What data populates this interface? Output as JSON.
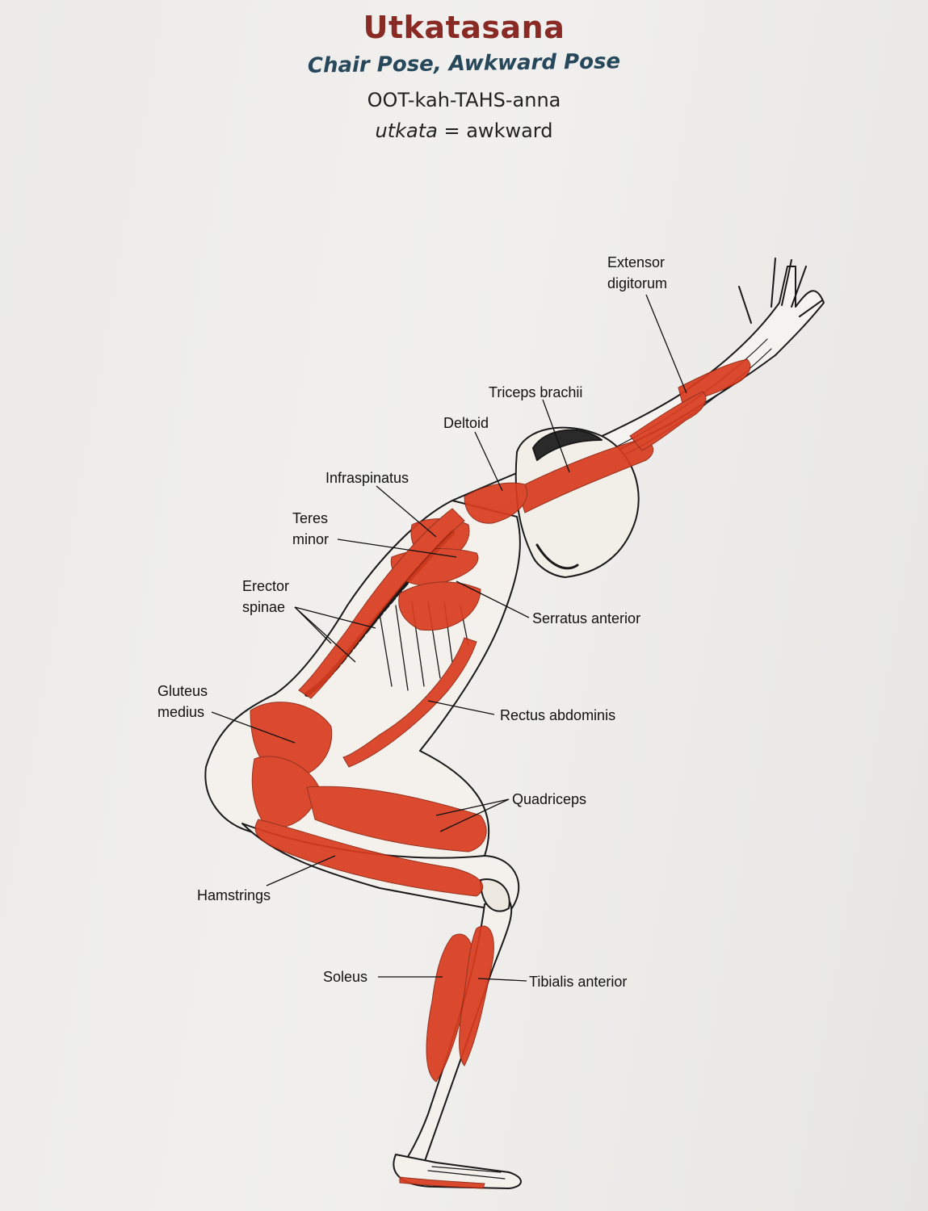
{
  "header": {
    "title": "Utkatasana",
    "subtitle": "Chair Pose, Awkward Pose",
    "pronunciation": "OOT-kah-TAHS-anna",
    "etymology_term": "utkata",
    "etymology_rest": " = awkward"
  },
  "colors": {
    "title": "#8a2a24",
    "subtitle": "#27485a",
    "muscle": "#d93c1e",
    "outline": "#1a1a1a"
  },
  "labels": {
    "extensor_1": "Extensor",
    "extensor_2": "digitorum",
    "triceps": "Triceps brachii",
    "deltoid": "Deltoid",
    "infraspinatus": "Infraspinatus",
    "teres_1": "Teres",
    "teres_2": "minor",
    "erector_1": "Erector",
    "erector_2": "spinae",
    "serratus": "Serratus anterior",
    "gluteus_1": "Gluteus",
    "gluteus_2": "medius",
    "rectus": "Rectus abdominis",
    "quadriceps": "Quadriceps",
    "hamstrings": "Hamstrings",
    "soleus": "Soleus",
    "tibialis": "Tibialis anterior"
  }
}
